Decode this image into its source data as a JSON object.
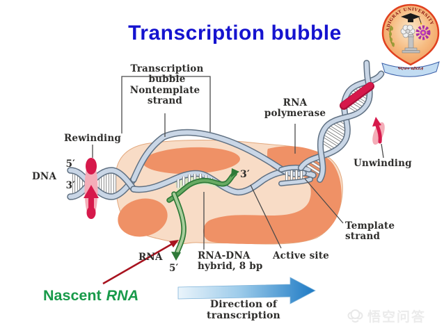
{
  "title": "Transcription bubble",
  "logo": {
    "arc_text": "ADIGRAT UNIVERSITY",
    "banner_text": "ዓዲግራት ዩኒቨርሲቲ"
  },
  "labels": {
    "bubble": "Transcription bubble",
    "nontemplate1": "Nontemplate",
    "nontemplate2": "strand",
    "polymerase1": "RNA",
    "polymerase2": "polymerase",
    "rewinding": "Rewinding",
    "unwinding": "Unwinding",
    "dna": "DNA",
    "five_left": "5′",
    "three_left": "3′",
    "three_inner": "3′",
    "rna": "RNA",
    "five_rna": "5′",
    "hybrid1": "RNA-DNA",
    "hybrid2": "hybrid, 8 bp",
    "active_site": "Active site",
    "template1": "Template",
    "template2": "strand",
    "direction": "Direction of transcription"
  },
  "nascent": {
    "word": "Nascent",
    "rna": "RNA"
  },
  "watermark": {
    "text": "悟空问答",
    "icon": "wukong-monkey-logo"
  },
  "colors": {
    "title-blue": "#1513cf",
    "nascent-green": "#189a4a",
    "label-ink": "#2e2d2b",
    "strand-fill": "#c9d6e6",
    "strand-edge": "#5f7082",
    "enzyme-light": "#f8dcc6",
    "enzyme-dark": "#ef9166",
    "rna-edge": "#2f7a38",
    "rna-fill": "#68aa63",
    "crimson": "#d6194b",
    "pink": "#f4adb8",
    "dark-red-arrow": "#a8131f",
    "direction-blue": "#1e7ac4",
    "watermark-gray": "#ebebeb"
  }
}
